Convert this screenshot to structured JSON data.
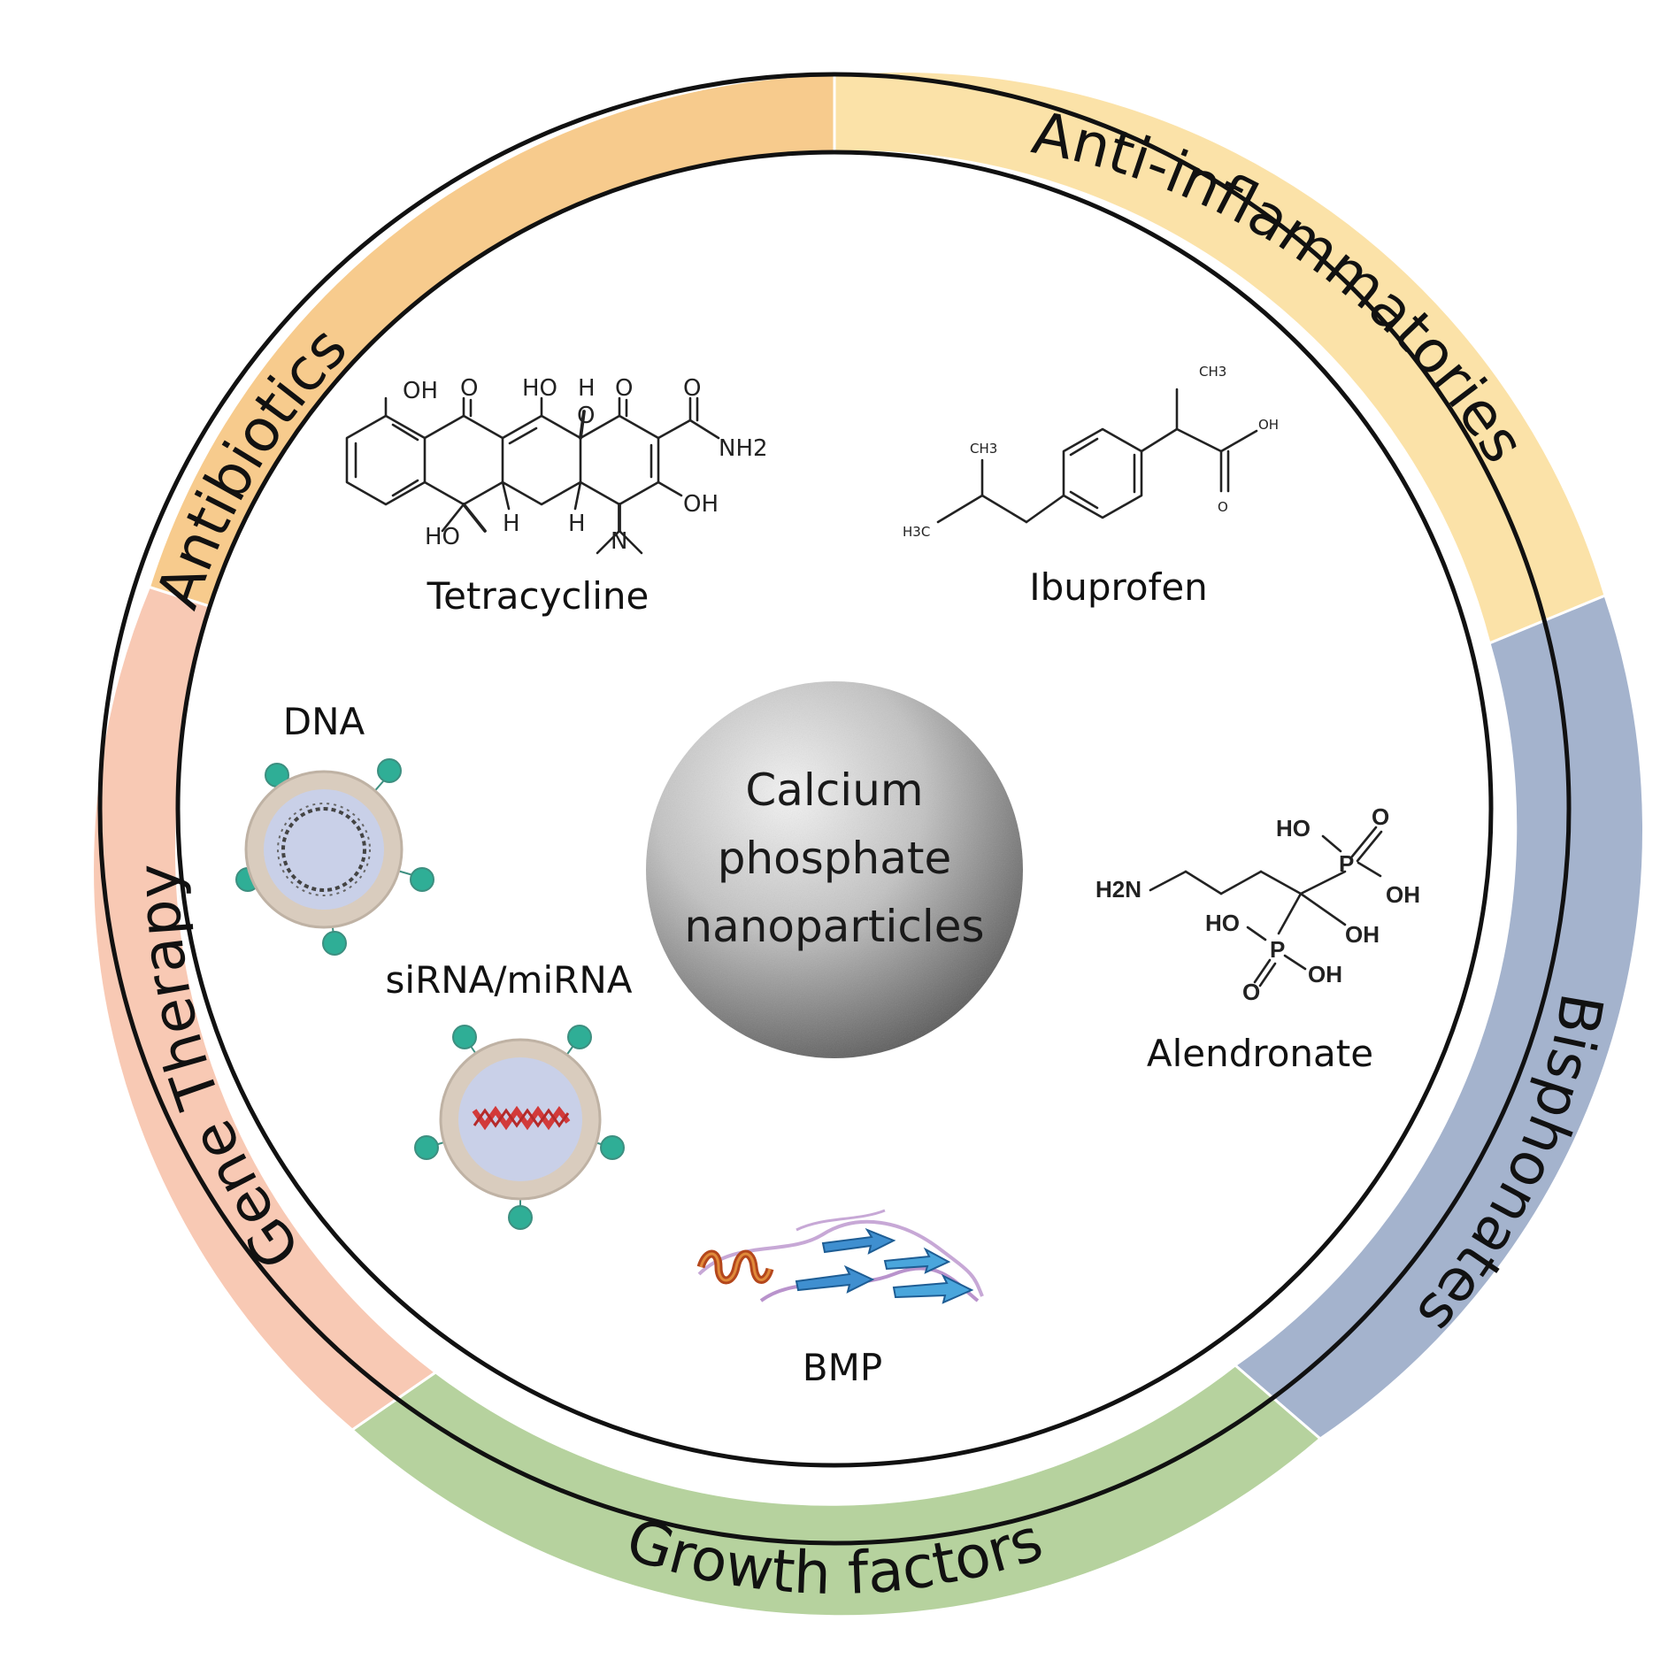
{
  "ring": {
    "segments": [
      {
        "id": "antibiotics",
        "label": "Antibiotics",
        "color": "#F7CB8D"
      },
      {
        "id": "anti-inflammatories",
        "label": "Anti-inflammatories",
        "color": "#FBE2A8"
      },
      {
        "id": "bisphonates",
        "label": "Bisphonates",
        "color": "#A4B3CD"
      },
      {
        "id": "growth-factors",
        "label": "Growth factors",
        "color": "#B6D29E"
      },
      {
        "id": "gene-therapy",
        "label": "Gene Therapy",
        "color": "#F8C9B4"
      }
    ]
  },
  "center": {
    "lines": [
      "Calcium",
      "phosphate",
      "nanoparticles"
    ]
  },
  "items": {
    "tetracycline": "Tetracycline",
    "ibuprofen": "Ibuprofen",
    "alendronate": "Alendronate",
    "dna": "DNA",
    "sirna": "siRNA/miRNA",
    "bmp": "BMP"
  },
  "atoms": {
    "oh": "OH",
    "ho": "HO",
    "o": "O",
    "h": "H",
    "n": "N",
    "p": "P",
    "nh2": "NH2",
    "h2n": "H2N",
    "ch3": "CH3",
    "h3c": "H3C"
  },
  "colors": {
    "ring_stroke": "#111111",
    "dot": "#2FAE96",
    "lipid": "#D9CCBE",
    "core": "#C9D0E8",
    "rna": "#D23A3A"
  }
}
